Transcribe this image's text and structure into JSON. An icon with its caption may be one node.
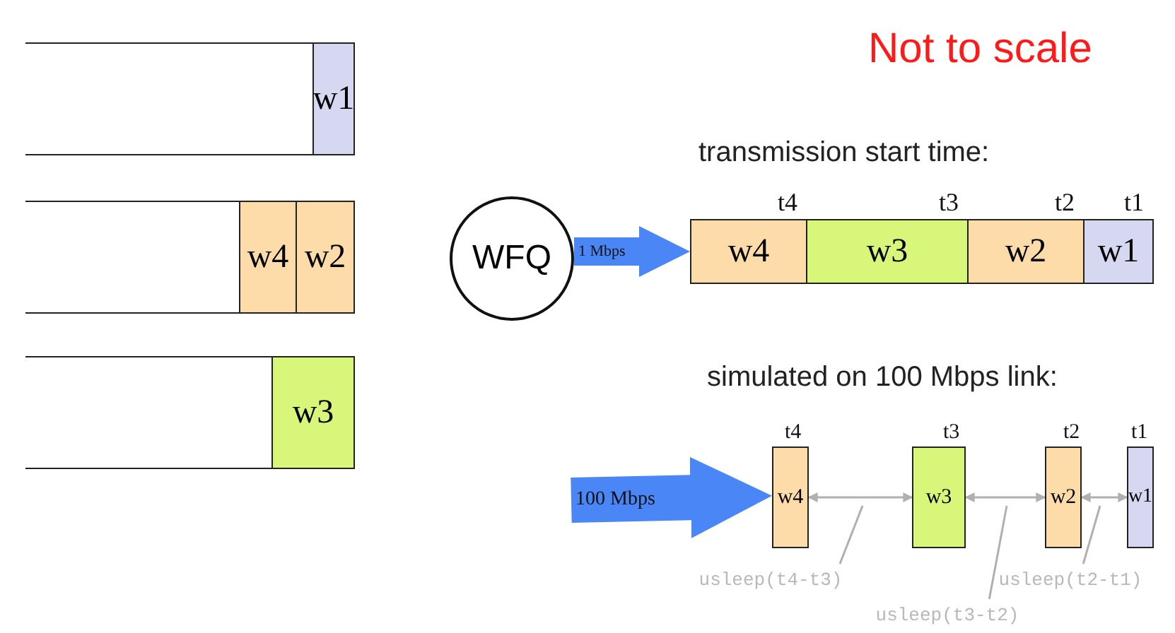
{
  "diagram": {
    "nodes": [
      {
        "text": [],
        "shape": "box"
      },
      {
        "text": [
          "w1"
        ],
        "in": 0
      },
      {
        "text": [],
        "shape": "box"
      },
      {
        "text": [
          "w4"
        ],
        "in": 2
      },
      {
        "text": [
          "w2"
        ],
        "in": 2
      },
      {
        "text": [],
        "shape": "box"
      },
      {
        "text": [
          "w3"
        ],
        "in": 5
      },
      {
        "text": [
          "WFQ"
        ]
      },
      {
        "text": [
          "w4"
        ]
      },
      {
        "text": [
          "w3"
        ]
      },
      {
        "text": [
          "w2"
        ]
      },
      {
        "text": [
          "w1"
        ]
      },
      {
        "text": [
          "w4"
        ]
      },
      {
        "text": [
          "w3"
        ]
      },
      {
        "text": [
          "w2"
        ]
      },
      {
        "text": [
          "w1"
        ]
      },
      {
        "text": [
          "usleep(t4-t3)"
        ]
      },
      {
        "text": [
          "usleep(t3-t2)"
        ]
      },
      {
        "text": [
          "usleep(t2-t1)"
        ]
      }
    ],
    "edges": [
      {
        "from": 7,
        "to": 8,
        "arrow": "to",
        "label": "1 Mbps",
        "style": "thick",
        "color": "#4a86f5"
      },
      {
        "from": null,
        "to": 12,
        "arrow": "to",
        "label": "100 Mbps",
        "style": "thick",
        "color": "#4a86f5"
      },
      {
        "from": 12,
        "to": 13,
        "arrow": "both"
      },
      {
        "from": 13,
        "to": 14,
        "arrow": "both"
      },
      {
        "from": 14,
        "to": 15,
        "arrow": "both"
      },
      {
        "from": 16,
        "to": null,
        "arrow": "none"
      },
      {
        "from": 17,
        "to": null,
        "arrow": "none"
      },
      {
        "from": 18,
        "to": null,
        "arrow": "none"
      }
    ],
    "labels": [
      "Not to scale",
      "transmission start time:",
      "t4",
      "t3",
      "t2",
      "t1",
      "simulated on 100 Mbps link:",
      "t4",
      "t3",
      "t2",
      "t1"
    ]
  }
}
